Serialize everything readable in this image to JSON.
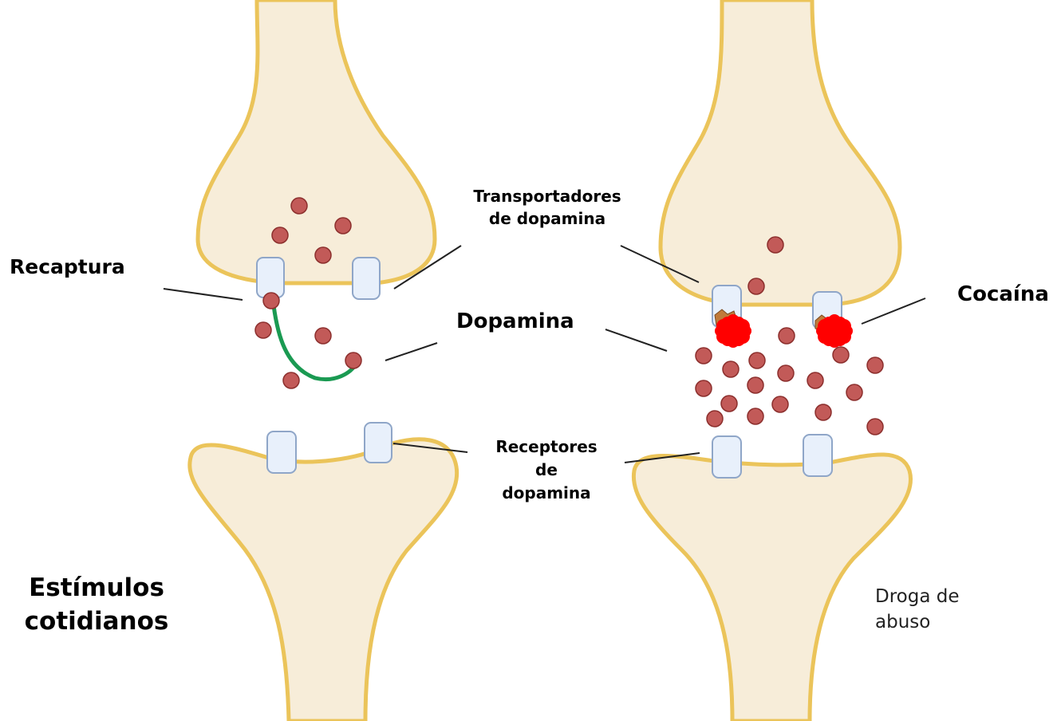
{
  "labels": {
    "recaptura": "Recaptura",
    "transportadores_line1": "Transportadores",
    "transportadores_line2": "de dopamina",
    "dopamina": "Dopamina",
    "cocaina": "Cocaína",
    "receptores_line1": "Receptores",
    "receptores_line2": "de",
    "receptores_line3": "dopamina",
    "estimulos_line1": "Estímulos",
    "estimulos_line2": "cotidianos",
    "droga_line1": "Droga de",
    "droga_line2": "abuso"
  },
  "colors": {
    "neuron_fill": "#f7edd9",
    "neuron_stroke": "#ebc45a",
    "protein_fill": "#e8f0fb",
    "protein_stroke": "#8fa6c8",
    "dopamine_fill": "#c25a58",
    "dopamine_stroke": "#8c2f2d",
    "reuptake_arrow": "#1a9a52",
    "cocaine": "#ff0000",
    "cocaine_binding": "#c07a3a"
  }
}
